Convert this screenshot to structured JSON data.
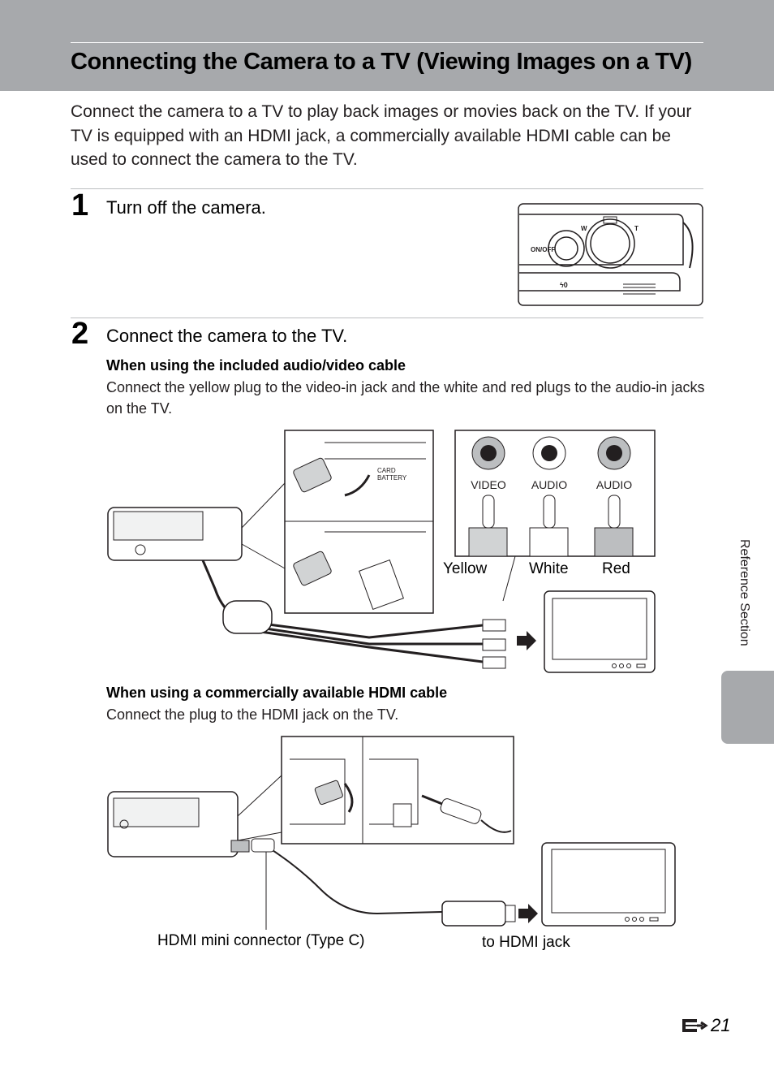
{
  "header": {
    "title": "Connecting the Camera to a TV (Viewing Images on a TV)"
  },
  "intro": "Connect the camera to a TV to play back images or movies back on the TV. If your TV is equipped with an HDMI jack, a commercially available HDMI cable can be used to connect the camera to the TV.",
  "steps": [
    {
      "number": "1",
      "text": "Turn off the camera."
    },
    {
      "number": "2",
      "text": "Connect the camera to the TV."
    }
  ],
  "av_section": {
    "heading": "When using the included audio/video cable",
    "body": "Connect the yellow plug to the video-in jack and the white and red plugs to the audio-in jacks on the TV.",
    "jack_labels": [
      "VIDEO",
      "AUDIO",
      "AUDIO"
    ],
    "plug_labels": [
      "Yellow",
      "White",
      "Red"
    ]
  },
  "hdmi_section": {
    "heading": "When using a commercially available HDMI cable",
    "body": "Connect the plug to the HDMI jack on the TV.",
    "connector_label": "HDMI mini connector (Type C)",
    "jack_label": "to HDMI jack"
  },
  "camera_top": {
    "power_label": "ON/OFF",
    "zoom_w": "W",
    "zoom_t": "T"
  },
  "side_tab": {
    "label": "Reference Section"
  },
  "footer": {
    "page_number": "21"
  },
  "colors": {
    "header_band": "#a7a9ac",
    "side_tab": "#a7a9ac",
    "rule": "#bcbec0"
  }
}
